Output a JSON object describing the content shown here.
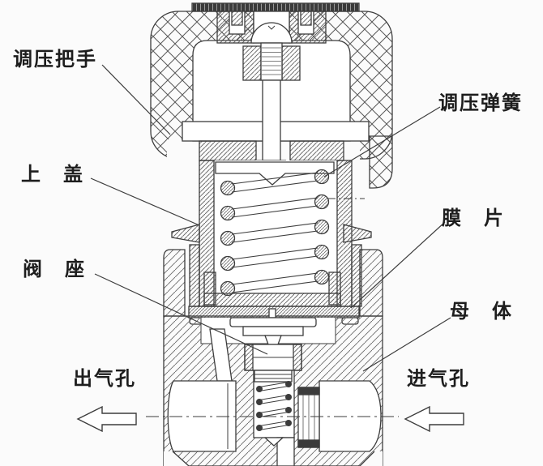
{
  "diagram": {
    "labels": {
      "handle": "调压把手",
      "spring": "调压弹簧",
      "cover": "上　盖",
      "seat": "阀　座",
      "diaphragm": "膜　片",
      "body": "母　体",
      "outlet": "出气孔",
      "inlet": "进气孔"
    },
    "flow": {
      "outlet_arrow_direction": "left",
      "inlet_arrow_direction": "left"
    },
    "colors": {
      "line": "#3d3d3d",
      "text": "#1d1d1d",
      "dark_fill": "#3b3b3b",
      "background": "#fbfbfb"
    }
  }
}
